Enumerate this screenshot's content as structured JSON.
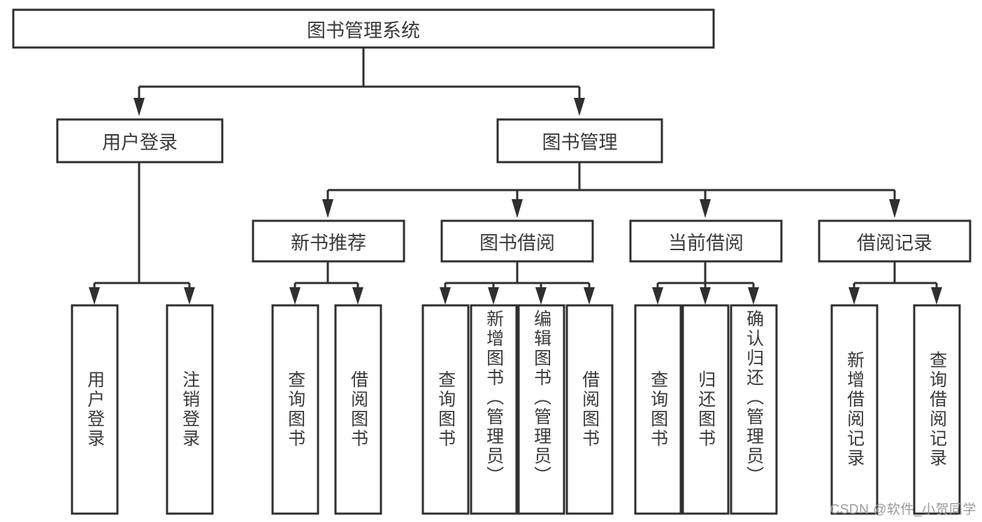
{
  "diagram": {
    "title": "图书管理系统",
    "watermark": "CSDN @软件_小贺同学",
    "root": {
      "label": "图书管理系统"
    },
    "level2": [
      {
        "label": "用户登录"
      },
      {
        "label": "图书管理"
      }
    ],
    "level3": [
      {
        "label": "新书推荐"
      },
      {
        "label": "图书借阅"
      },
      {
        "label": "当前借阅"
      },
      {
        "label": "借阅记录"
      }
    ],
    "leaves": {
      "user_login": [
        {
          "label": "用户登录"
        },
        {
          "label": "注销登录"
        }
      ],
      "new_book_recommend": [
        {
          "label": "查询图书"
        },
        {
          "label": "借阅图书"
        }
      ],
      "book_borrow": [
        {
          "label": "查询图书"
        },
        {
          "label": "新增图书（管理员）"
        },
        {
          "label": "编辑图书（管理员）"
        },
        {
          "label": "借阅图书"
        }
      ],
      "current_borrow": [
        {
          "label": "查询图书"
        },
        {
          "label": "归还图书"
        },
        {
          "label": "确认归还（管理员）"
        }
      ],
      "borrow_record": [
        {
          "label": "新增借阅记录"
        },
        {
          "label": "查询借阅记录"
        }
      ]
    },
    "colors": {
      "border": "#2f2f2f",
      "text": "#3a3a3a",
      "background": "#ffffff",
      "watermark": "#9a9a9a"
    }
  }
}
